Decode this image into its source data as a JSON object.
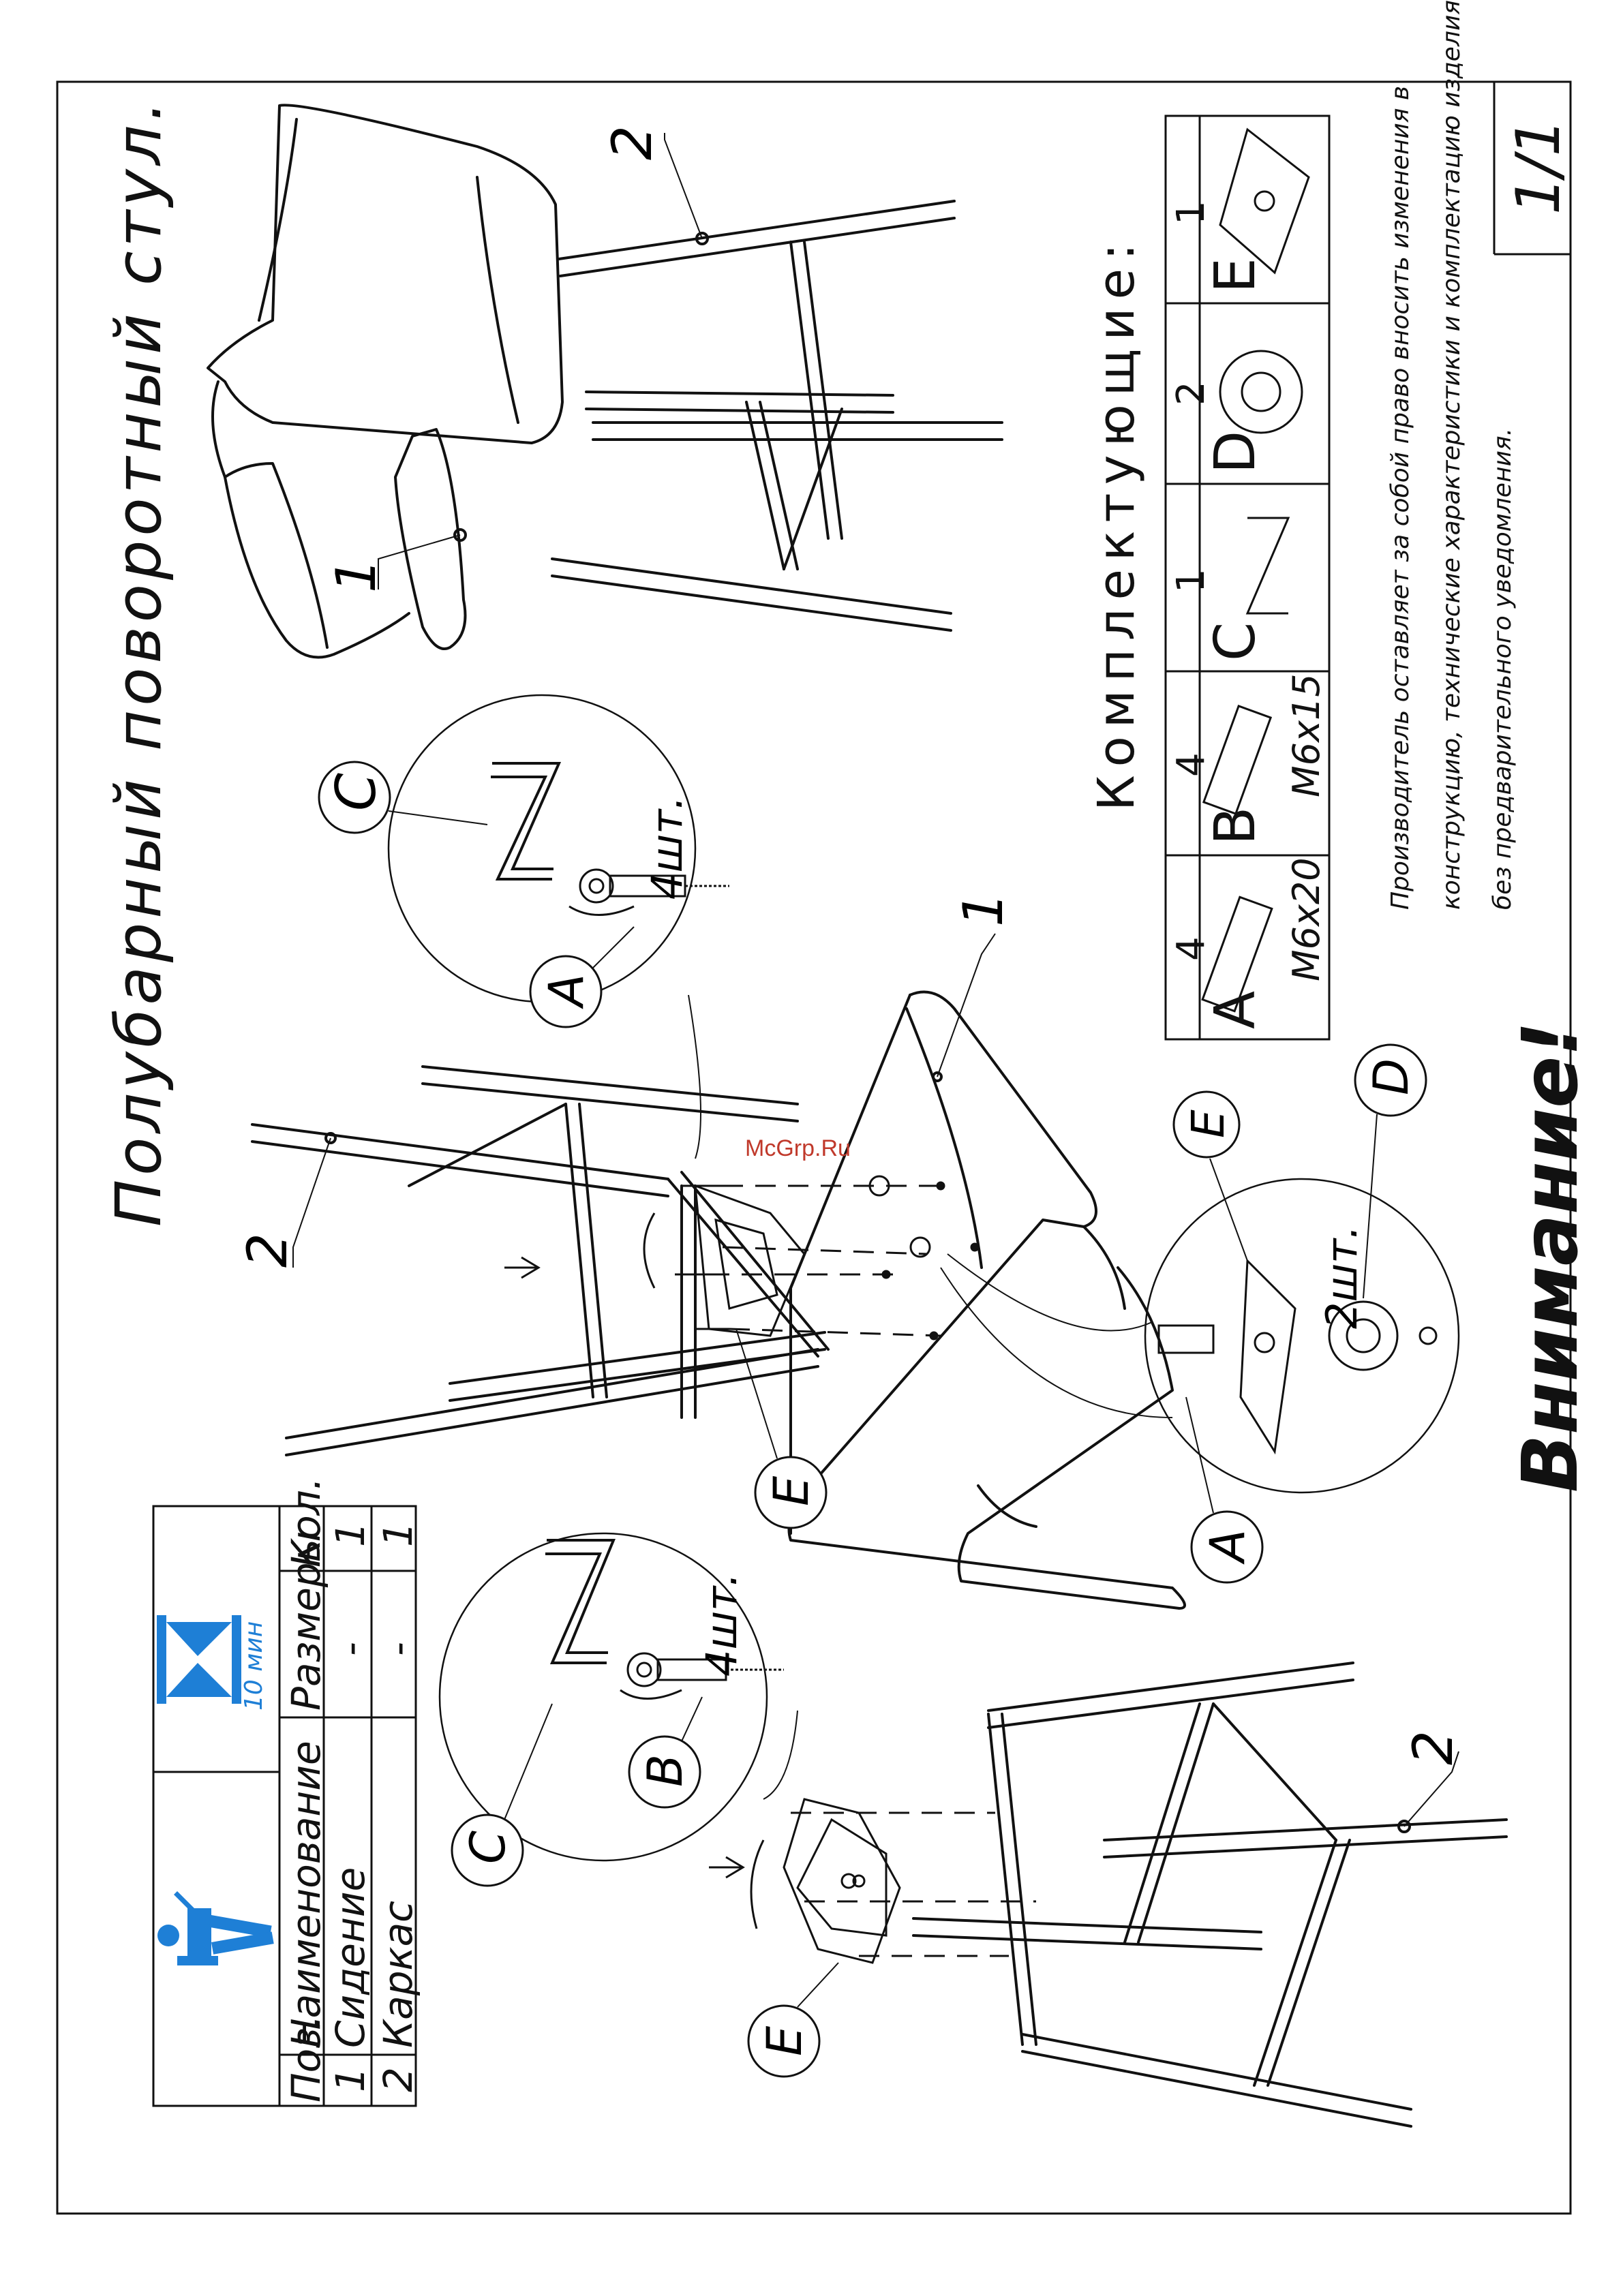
{
  "page": {
    "title": "Полубарный поворотный стул.",
    "watermark": "McGrp.Ru",
    "page_number": "1/1",
    "warning": "Внимание!"
  },
  "components": {
    "heading": "Комплектующие:",
    "items": [
      {
        "letter": "A",
        "qty": "4",
        "size": "M6x20"
      },
      {
        "letter": "B",
        "qty": "4",
        "size": "M6x15"
      },
      {
        "letter": "C",
        "qty": "1",
        "size": ""
      },
      {
        "letter": "D",
        "qty": "2",
        "size": ""
      },
      {
        "letter": "E",
        "qty": "1",
        "size": ""
      }
    ]
  },
  "note": {
    "line1": "Производитель оставляет за собой право вносить изменения в",
    "line2": "конструкцию, технические характеристики и комплектацию изделия",
    "line3": "без предварительного уведомления."
  },
  "parts_table": {
    "time": "10 мин",
    "headers": {
      "pos": "Поз.",
      "name": "Наименование",
      "size": "Размеры",
      "qty": "Кол."
    },
    "rows": [
      {
        "pos": "1",
        "name": "Сидение",
        "size": "-",
        "qty": "1"
      },
      {
        "pos": "2",
        "name": "Каркас",
        "size": "-",
        "qty": "1"
      }
    ]
  },
  "callouts": {
    "detail_top_qty": "4шт.",
    "detail_bottom_qty": "4шт.",
    "detail_right_qty": "2шт.",
    "A": "A",
    "B": "B",
    "C": "C",
    "D": "D",
    "E": "E",
    "part1": "1",
    "part2": "2"
  },
  "colors": {
    "icon_blue": "#1e7fd6",
    "line": "#111111",
    "watermark": "#c0392b"
  }
}
